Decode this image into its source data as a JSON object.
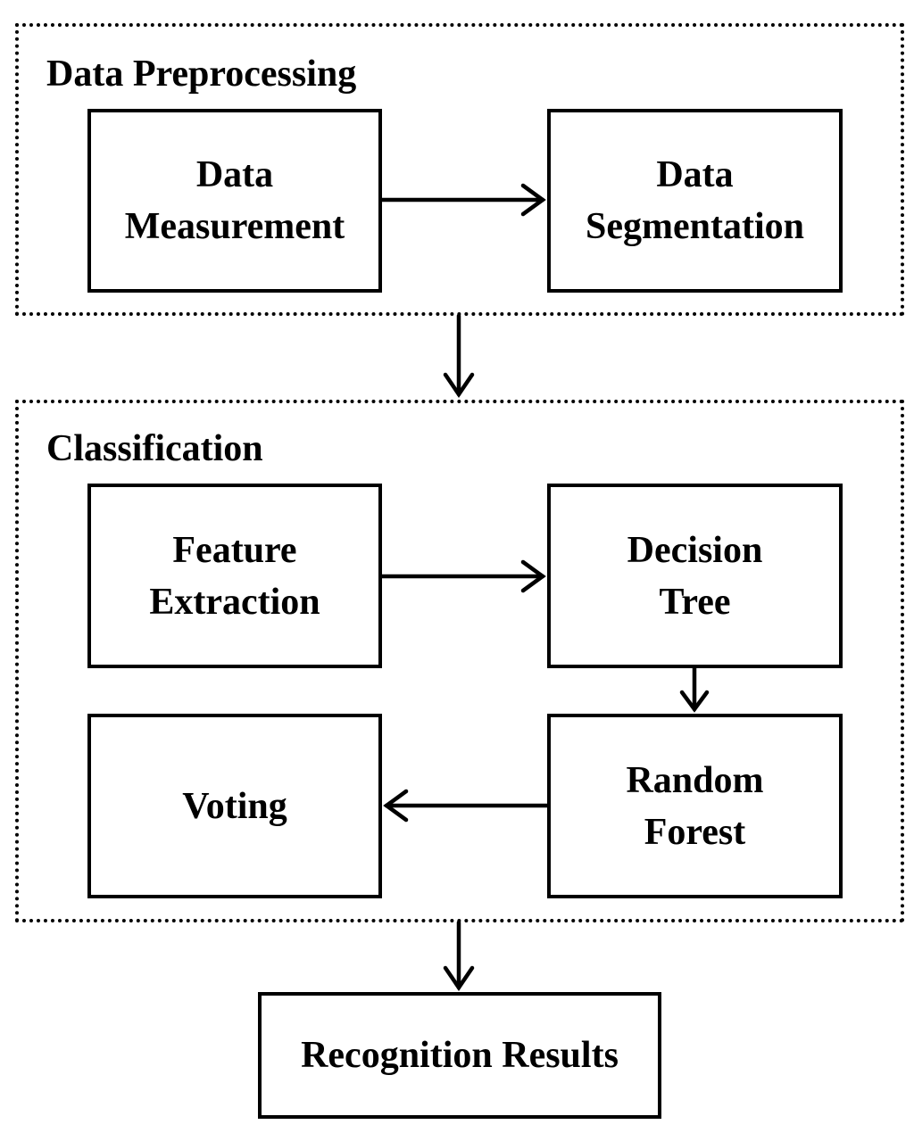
{
  "groups": {
    "preprocessing": {
      "title": "Data Preprocessing"
    },
    "classification": {
      "title": "Classification"
    }
  },
  "nodes": {
    "data_measurement": {
      "label": "Data\nMeasurement"
    },
    "data_segmentation": {
      "label": "Data\nSegmentation"
    },
    "feature_extraction": {
      "label": "Feature\nExtraction"
    },
    "decision_tree": {
      "label": "Decision\nTree"
    },
    "random_forest": {
      "label": "Random\nForest"
    },
    "voting": {
      "label": "Voting"
    },
    "recognition_results": {
      "label": "Recognition Results"
    }
  },
  "edges": [
    {
      "from": "data_measurement",
      "to": "data_segmentation"
    },
    {
      "from": "preprocessing",
      "to": "classification"
    },
    {
      "from": "feature_extraction",
      "to": "decision_tree"
    },
    {
      "from": "decision_tree",
      "to": "random_forest"
    },
    {
      "from": "random_forest",
      "to": "voting"
    },
    {
      "from": "classification",
      "to": "recognition_results"
    }
  ],
  "colors": {
    "stroke": "#000000",
    "background": "#ffffff"
  }
}
